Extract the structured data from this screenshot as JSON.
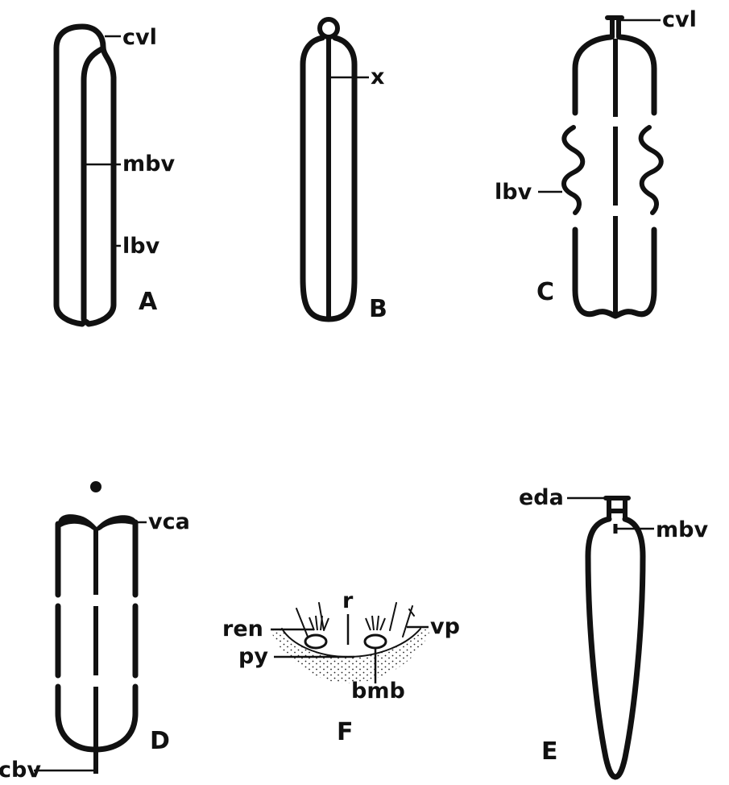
{
  "figure": {
    "panels": {
      "A": {
        "letter": "A",
        "labels": {
          "cvl": "cvl",
          "mbv": "mbv",
          "lbv": "lbv"
        }
      },
      "B": {
        "letter": "B",
        "labels": {
          "x": "x"
        }
      },
      "C": {
        "letter": "C",
        "labels": {
          "cvl": "cvl",
          "lbv": "lbv"
        }
      },
      "D": {
        "letter": "D",
        "labels": {
          "vca": "vca",
          "cbv": "cbv"
        }
      },
      "E": {
        "letter": "E",
        "labels": {
          "eda": "eda",
          "mbv": "mbv"
        }
      },
      "F": {
        "letter": "F",
        "labels": {
          "r": "r",
          "ren": "ren",
          "vp": "vp",
          "py": "py",
          "bmb": "bmb"
        }
      }
    },
    "ink_color": "#111111",
    "background_color": "#ffffff"
  }
}
